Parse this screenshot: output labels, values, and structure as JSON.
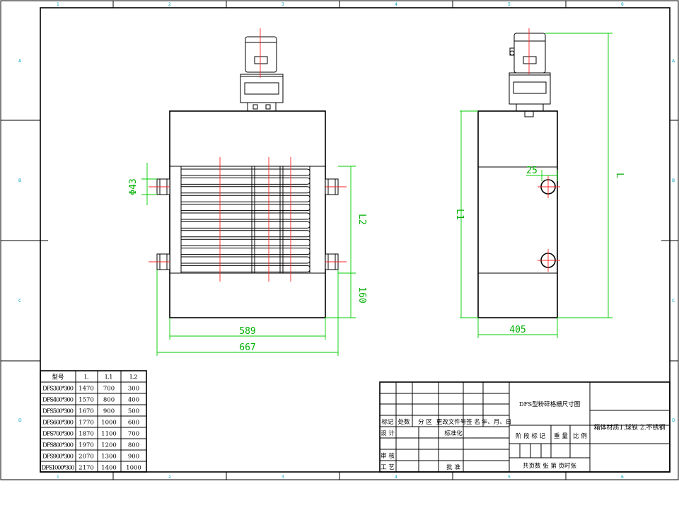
{
  "zones": {
    "top": [
      "1",
      "2",
      "3",
      "4",
      "5",
      "6"
    ],
    "left": [
      "A",
      "B",
      "C",
      "D"
    ]
  },
  "dimensions": {
    "front": {
      "phi": "Φ43",
      "l2": "L2",
      "h160": "160",
      "w589": "589",
      "w667": "667"
    },
    "side": {
      "w25": "25",
      "l1": "L1",
      "l": "L",
      "w405": "405"
    }
  },
  "spec_table": {
    "headers": [
      "型号",
      "L",
      "L1",
      "L2"
    ],
    "rows": [
      [
        "DFS300*300",
        "1470",
        "700",
        "300"
      ],
      [
        "DFS400*300",
        "1570",
        "800",
        "400"
      ],
      [
        "DFS500*300",
        "1670",
        "900",
        "500"
      ],
      [
        "DFS600*300",
        "1770",
        "1000",
        "600"
      ],
      [
        "DFS700*300",
        "1870",
        "1100",
        "700"
      ],
      [
        "DFS800*300",
        "1970",
        "1200",
        "800"
      ],
      [
        "DFS900*300",
        "2070",
        "1300",
        "900"
      ],
      [
        "DFS1000*300",
        "2170",
        "1400",
        "1000"
      ]
    ]
  },
  "title_block": {
    "title": "DFS型粉碎格栅尺寸图",
    "material": "箱体材质1.球铁 2.不锈钢",
    "rev_headers": [
      "标记",
      "处数",
      "分 区",
      "更改文件号",
      "签 名",
      "年、月、日"
    ],
    "design": "设 计",
    "standardize": "标准化",
    "stage_mark": "阶 段 标 记",
    "weight": "重 量",
    "scale": "比 例",
    "review": "审 核",
    "process": "工 艺",
    "approve": "批 准",
    "sheets": "共页数  张   第   页时张"
  }
}
